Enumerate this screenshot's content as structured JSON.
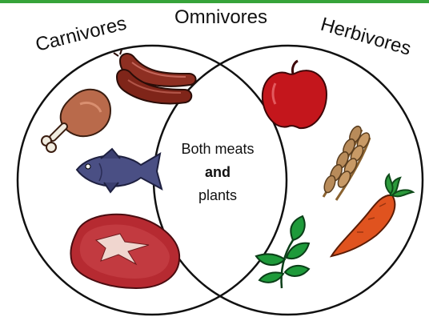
{
  "top_border_color": "#36a33a",
  "labels": {
    "carnivores": "Carnivores",
    "omnivores": "Omnivores",
    "herbivores": "Herbivores"
  },
  "center_text": {
    "line1": "Both meats",
    "line2": "and",
    "line3": "plants"
  },
  "carnivore_items": [
    "sausage-icon",
    "chicken-leg-icon",
    "fish-icon",
    "steak-icon"
  ],
  "herbivore_items": [
    "apple-icon",
    "wheat-icon",
    "carrot-icon",
    "leaf-sprig-icon"
  ],
  "colors": {
    "outline": "#111111",
    "sausage": "#8e2f22",
    "chicken": "#b96a4b",
    "fish": "#4a4f84",
    "steak": "#b62a31",
    "apple": "#c4161c",
    "wheat": "#b88b5a",
    "carrot": "#e0531f",
    "leaf": "#1e9a3a"
  }
}
